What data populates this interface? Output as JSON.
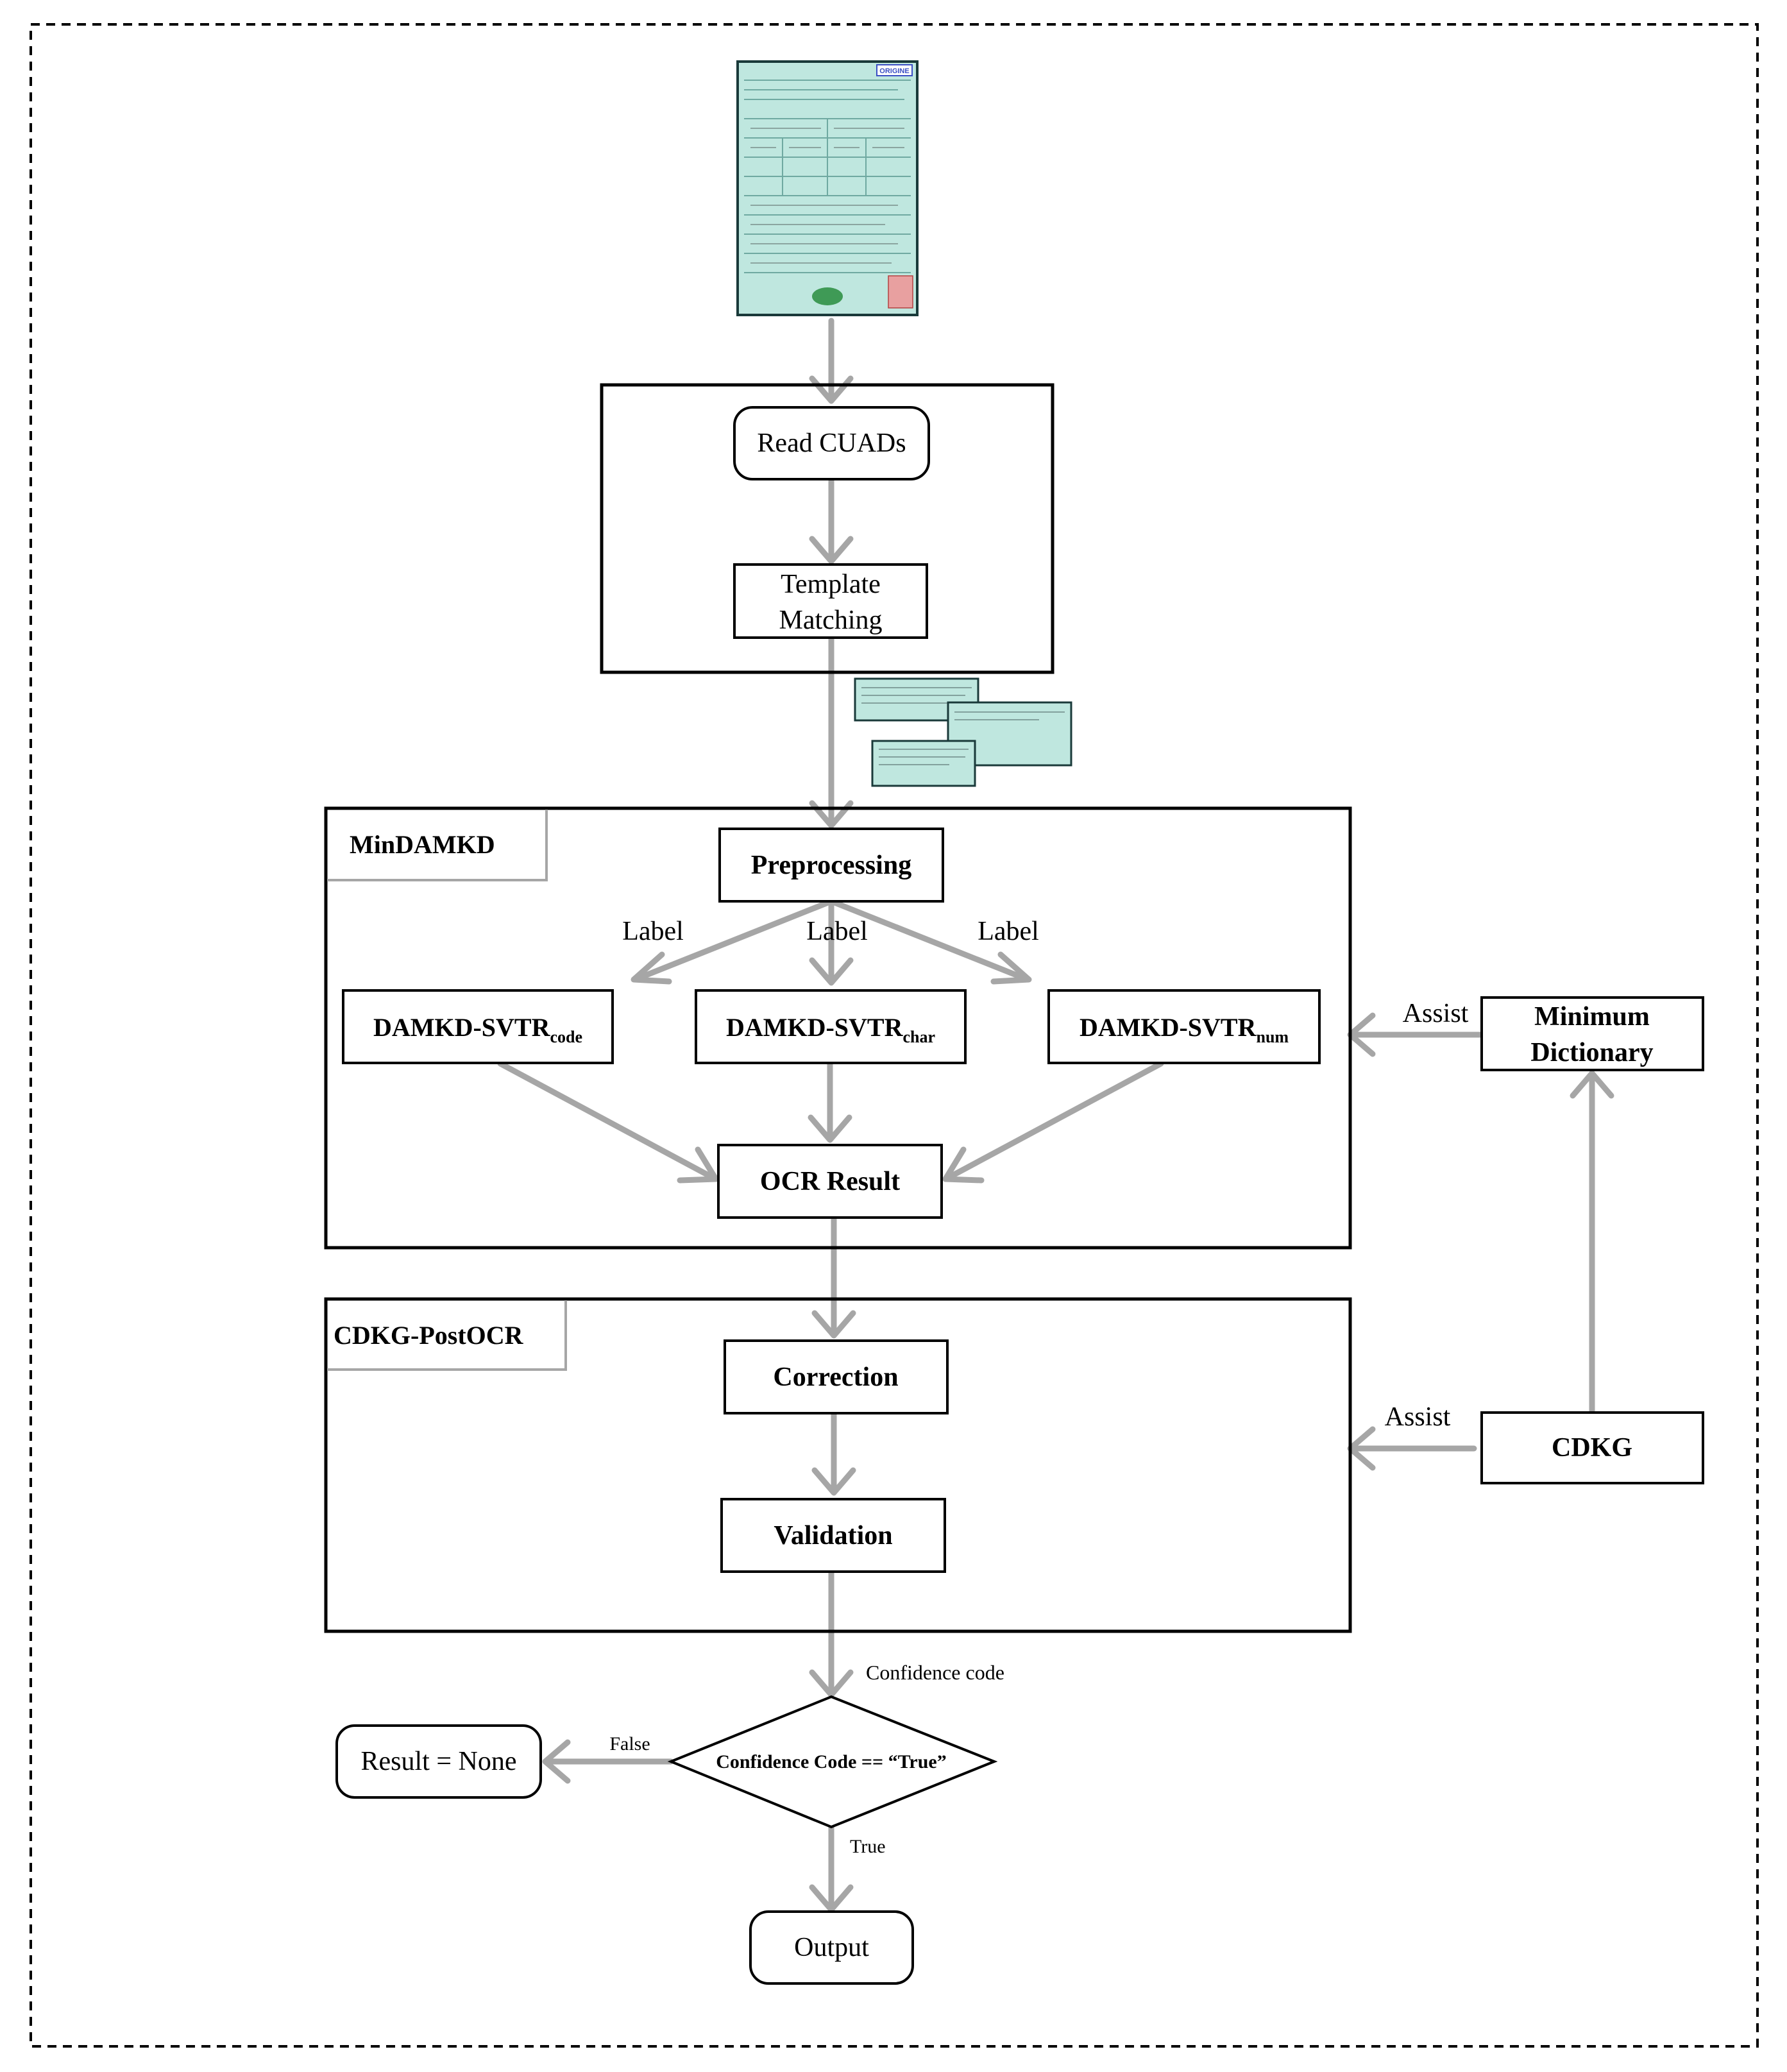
{
  "document_image": {
    "badge": "ORIGINE"
  },
  "nodes": {
    "read_cuads": "Read CUADs",
    "template_matching_line1": "Template",
    "template_matching_line2": "Matching",
    "preprocessing": "Preprocessing",
    "svtr_code_main": "DAMKD-SVTR",
    "svtr_code_sub": "code",
    "svtr_char_main": "DAMKD-SVTR",
    "svtr_char_sub": "char",
    "svtr_num_main": "DAMKD-SVTR",
    "svtr_num_sub": "num",
    "ocr_result": "OCR Result",
    "correction": "Correction",
    "validation": "Validation",
    "minimum_dictionary_line1": "Minimum",
    "minimum_dictionary_line2": "Dictionary",
    "cdkg": "CDKG",
    "decision": "Confidence Code ==  “True”",
    "result_none": "Result = None",
    "output": "Output"
  },
  "modules": {
    "mindamkd": "MinDAMKD",
    "cdkg_postocr": "CDKG-PostOCR"
  },
  "edge_labels": {
    "label_left": "Label",
    "label_center": "Label",
    "label_right": "Label",
    "assist_top": "Assist",
    "assist_bottom": "Assist",
    "confidence_code": "Confidence code",
    "false": "False",
    "true": "True"
  },
  "colors": {
    "arrow": "#a6a6a6",
    "border": "#000000",
    "module_tab_border": "#a6a6a6",
    "document_fill": "#bfe7df"
  }
}
